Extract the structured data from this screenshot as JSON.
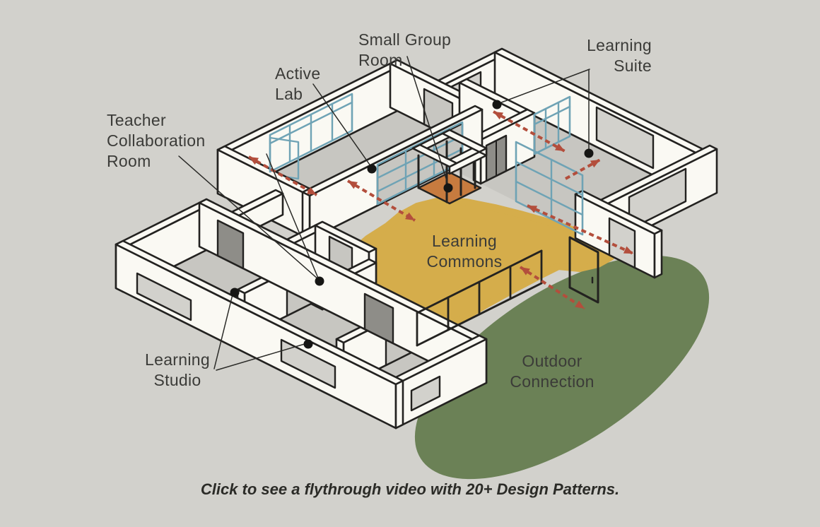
{
  "title": "Learning Suite Design Patterns Diagram",
  "labels": {
    "small_group": "Small Group\nRoom",
    "active_lab": "Active\nLab",
    "teacher_collaboration": "Teacher\nCollaboration\nRoom",
    "learning_suite": "Learning\nSuite",
    "learning_commons": "Learning\nCommons",
    "learning_studio": "Learning\nStudio",
    "outdoor_connection": "Outdoor\nConnection"
  },
  "caption": "Click to see a flythrough video with 20+ Design Patterns.",
  "colors": {
    "background": "#d2d1cc",
    "floor": "#c7c6c1",
    "wall": "#faf9f3",
    "line": "#232220",
    "commons_yellow": "#d5ad4b",
    "outdoor_green": "#6b8156",
    "accent_orange": "#c77b3f",
    "glass_blue": "#6fa3b5",
    "arrow_red": "#b34e3c",
    "door_dark": "#8e8d88",
    "text": "#3b3b38"
  }
}
